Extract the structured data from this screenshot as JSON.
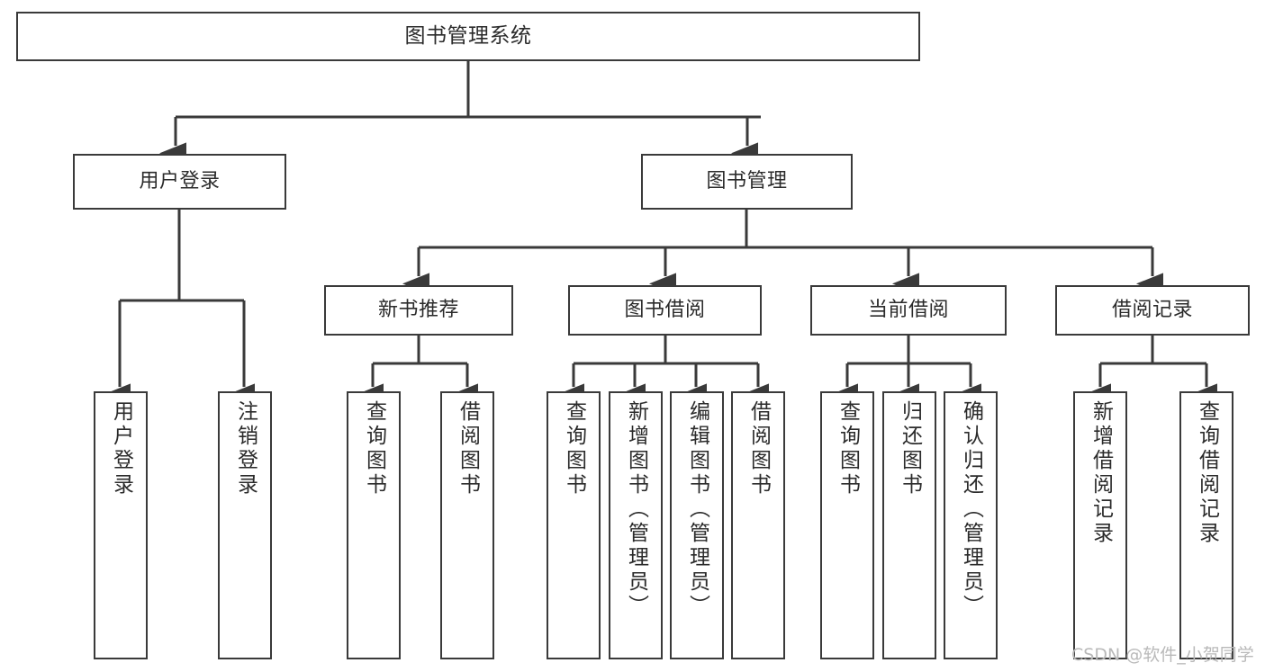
{
  "diagram": {
    "title": "图书管理系统",
    "type": "tree-hierarchy-diagram",
    "background_color": "#ffffff",
    "line_color": "#3a3a3a",
    "text_color": "#2b2b2b",
    "root": {
      "label": "图书管理系统"
    },
    "level2": [
      {
        "label": "用户登录"
      },
      {
        "label": "图书管理"
      }
    ],
    "level3": [
      {
        "label": "新书推荐"
      },
      {
        "label": "图书借阅"
      },
      {
        "label": "当前借阅"
      },
      {
        "label": "借阅记录"
      }
    ],
    "leaves": {
      "user_login": [
        {
          "label": "用户登录"
        },
        {
          "label": "注销登录"
        }
      ],
      "new_book_recommend": [
        {
          "label": "查询图书"
        },
        {
          "label": "借阅图书"
        }
      ],
      "book_borrow": [
        {
          "label": "查询图书"
        },
        {
          "label": "新增图书（管理员）"
        },
        {
          "label": "编辑图书（管理员）"
        },
        {
          "label": "借阅图书"
        }
      ],
      "current_borrow": [
        {
          "label": "查询图书"
        },
        {
          "label": "归还图书"
        },
        {
          "label": "确认归还（管理员）"
        }
      ],
      "borrow_records": [
        {
          "label": "新增借阅记录"
        },
        {
          "label": "查询借阅记录"
        }
      ]
    }
  },
  "watermark": {
    "text": "CSDN @软件_小贺同学"
  }
}
